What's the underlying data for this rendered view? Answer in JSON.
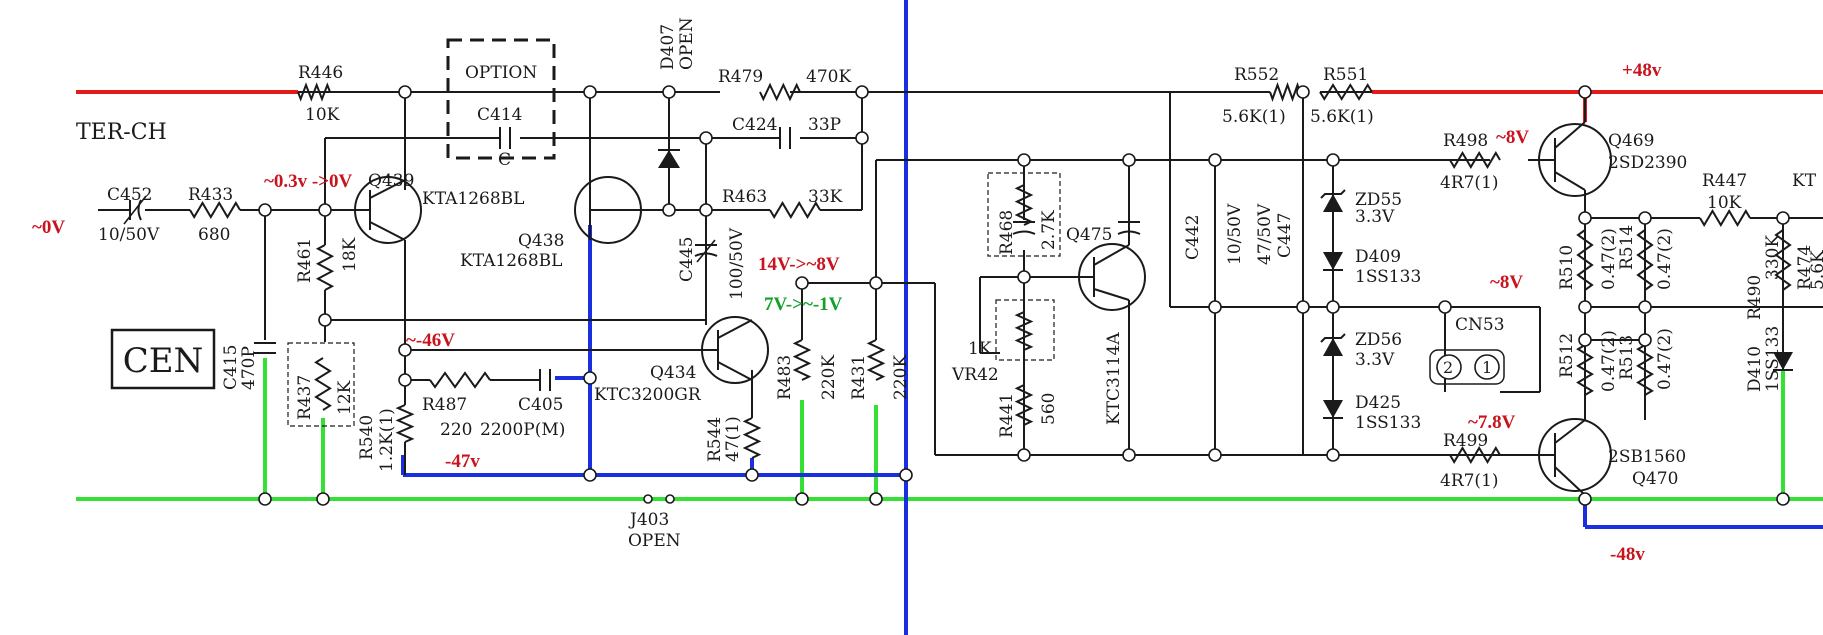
{
  "colors": {
    "positive_rail": "#e31b1b",
    "ground_rail": "#33e033",
    "negative_rail": "#1a2fe0",
    "annotation_red": "#c8141e",
    "annotation_green": "#12a02a",
    "line": "#1a1a1a"
  },
  "channel_label": "TER-CH",
  "channel_box": "CEN",
  "components": {
    "r446": {
      "ref": "R446",
      "value": "10K"
    },
    "option_label": "OPTION",
    "c414": {
      "ref": "C414",
      "value": "C"
    },
    "d407": {
      "ref": "D407",
      "value": "OPEN"
    },
    "r479": {
      "ref": "R479",
      "value": "470K"
    },
    "c424": {
      "ref": "C424",
      "value": "33P"
    },
    "r463": {
      "ref": "R463",
      "value": "33K"
    },
    "c452": {
      "ref": "C452",
      "value": "10/50V"
    },
    "r433": {
      "ref": "R433",
      "value": "680"
    },
    "q439": {
      "ref": "Q439",
      "value": "KTA1268BL"
    },
    "q438": {
      "ref": "Q438",
      "value": "KTA1268BL"
    },
    "r461": {
      "ref": "R461",
      "value": "18K"
    },
    "c445": {
      "ref": "C445",
      "value": "100/50V"
    },
    "c415": {
      "ref": "C415",
      "value": "470P"
    },
    "r437": {
      "ref": "R437",
      "value": "12K"
    },
    "r540": {
      "ref": "R540",
      "value": "1.2K(1)"
    },
    "r487": {
      "ref": "R487",
      "value": "220"
    },
    "c405": {
      "ref": "C405",
      "value": "2200P(M)"
    },
    "q434": {
      "ref": "Q434",
      "value": "KTC3200GR"
    },
    "r544": {
      "ref": "R544",
      "value": "47(1)"
    },
    "r483": {
      "ref": "R483",
      "value": "220K"
    },
    "r431": {
      "ref": "R431",
      "value": "220K"
    },
    "j403": {
      "ref": "J403",
      "value": "OPEN"
    },
    "r468": {
      "ref": "R468",
      "value": "2.7K"
    },
    "q475": {
      "ref": "Q475",
      "value": "KTC3114A"
    },
    "vr42": {
      "ref": "VR42",
      "value": "1K"
    },
    "r441": {
      "ref": "R441",
      "value": "560"
    },
    "c442": {
      "ref": "C442",
      "value": "10/50V"
    },
    "c447": {
      "ref": "C447",
      "value": "47/50V"
    },
    "r552": {
      "ref": "R552",
      "value": "5.6K(1)"
    },
    "r551": {
      "ref": "R551",
      "value": "5.6K(1)"
    },
    "zd55": {
      "ref": "ZD55",
      "value": "3.3V"
    },
    "d409": {
      "ref": "D409",
      "value": "1SS133"
    },
    "zd56": {
      "ref": "ZD56",
      "value": "3.3V"
    },
    "d425": {
      "ref": "D425",
      "value": "1SS133"
    },
    "cn53": {
      "ref": "CN53",
      "pin2": "2",
      "pin1": "1"
    },
    "r498": {
      "ref": "R498",
      "value": "4R7(1)"
    },
    "r499": {
      "ref": "R499",
      "value": "4R7(1)"
    },
    "q469": {
      "ref": "Q469",
      "value": "2SD2390"
    },
    "q470": {
      "ref": "Q470",
      "value": "2SB1560"
    },
    "r510": {
      "ref": "R510",
      "value": "0.47(2)"
    },
    "r514": {
      "ref": "R514",
      "value": "0.47(2)"
    },
    "r512": {
      "ref": "R512",
      "value": "0.47(2)"
    },
    "r513": {
      "ref": "R513",
      "value": "0.47(2)"
    },
    "r447": {
      "ref": "R447",
      "value": "10K"
    },
    "r490": {
      "ref": "R490",
      "value": "330K"
    },
    "r474": {
      "ref": "R474",
      "value": "5.6K"
    },
    "d410": {
      "ref": "D410",
      "value": "1SS133"
    },
    "kt_cut": "KT"
  },
  "annotations": {
    "input_voltage": "~0V",
    "q439_base": "~0.3v ->0V",
    "q434_base": "~-46V",
    "q434_emitter": "-47v",
    "r483_top": "14V->~8V",
    "r431_top": "7V->~-1V",
    "rail_positive": "+48v",
    "rail_negative": "-48v",
    "q469_base": "~8V",
    "mid_node": "~8V",
    "q470_base": "~7.8V"
  }
}
